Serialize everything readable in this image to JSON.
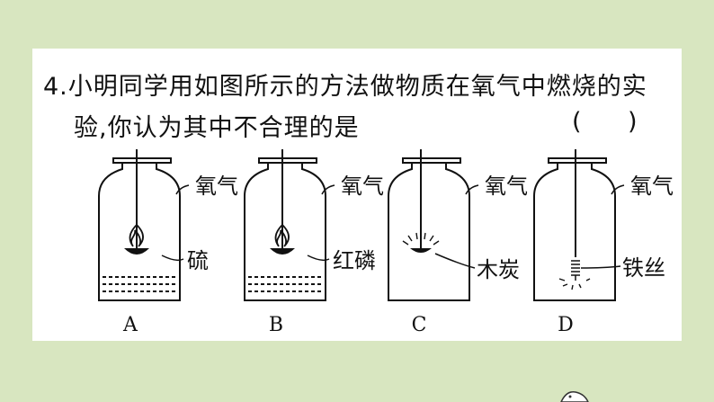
{
  "question": {
    "number": "4.",
    "line1": "小明同学用如图所示的方法做物质在氧气中燃烧的实",
    "line2": "验,你认为其中不合理的是",
    "answer_paren": "(      )"
  },
  "options": [
    {
      "letter": "A",
      "gas": "氧气",
      "substance": "硫",
      "has_water": true,
      "burning": "flame"
    },
    {
      "letter": "B",
      "gas": "氧气",
      "substance": "红磷",
      "has_water": true,
      "burning": "flame"
    },
    {
      "letter": "C",
      "gas": "氧气",
      "substance": "木炭",
      "has_water": false,
      "burning": "glow"
    },
    {
      "letter": "D",
      "gas": "氧气",
      "substance": "铁丝",
      "has_water": false,
      "burning": "sparks"
    }
  ],
  "colors": {
    "background": "#d8e6c0",
    "card": "#ffffff",
    "ink": "#111111"
  }
}
